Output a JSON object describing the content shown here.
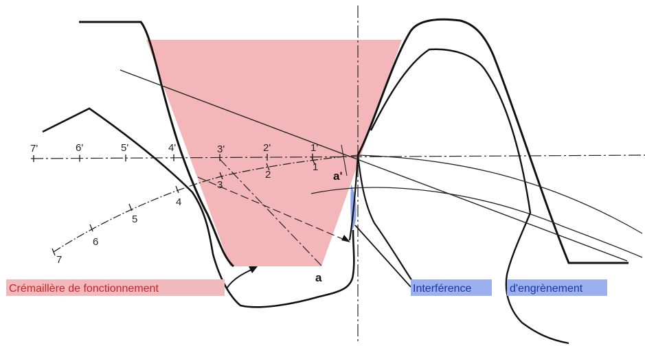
{
  "colors": {
    "rack_fill": "#f4b7b9",
    "interference_fill": "#8ea6ea",
    "label_red_bg": "#f2b9bd",
    "label_red_text": "#c8222a",
    "label_blue_bg": "#9ab0ef",
    "label_blue_text": "#1b33a8",
    "line": "#1a1a1a"
  },
  "labels": {
    "rack": "Crémaillère de fonctionnement",
    "interference_1": "Interférence",
    "interference_2": "d'engrènement"
  },
  "points_top": [
    "7'",
    "6'",
    "5'",
    "4'",
    "3'",
    "2'",
    "1'"
  ],
  "points_bottom": [
    "7",
    "6",
    "5",
    "4",
    "3",
    "2",
    "1"
  ],
  "point_a": "a",
  "point_a_prime": "a'"
}
